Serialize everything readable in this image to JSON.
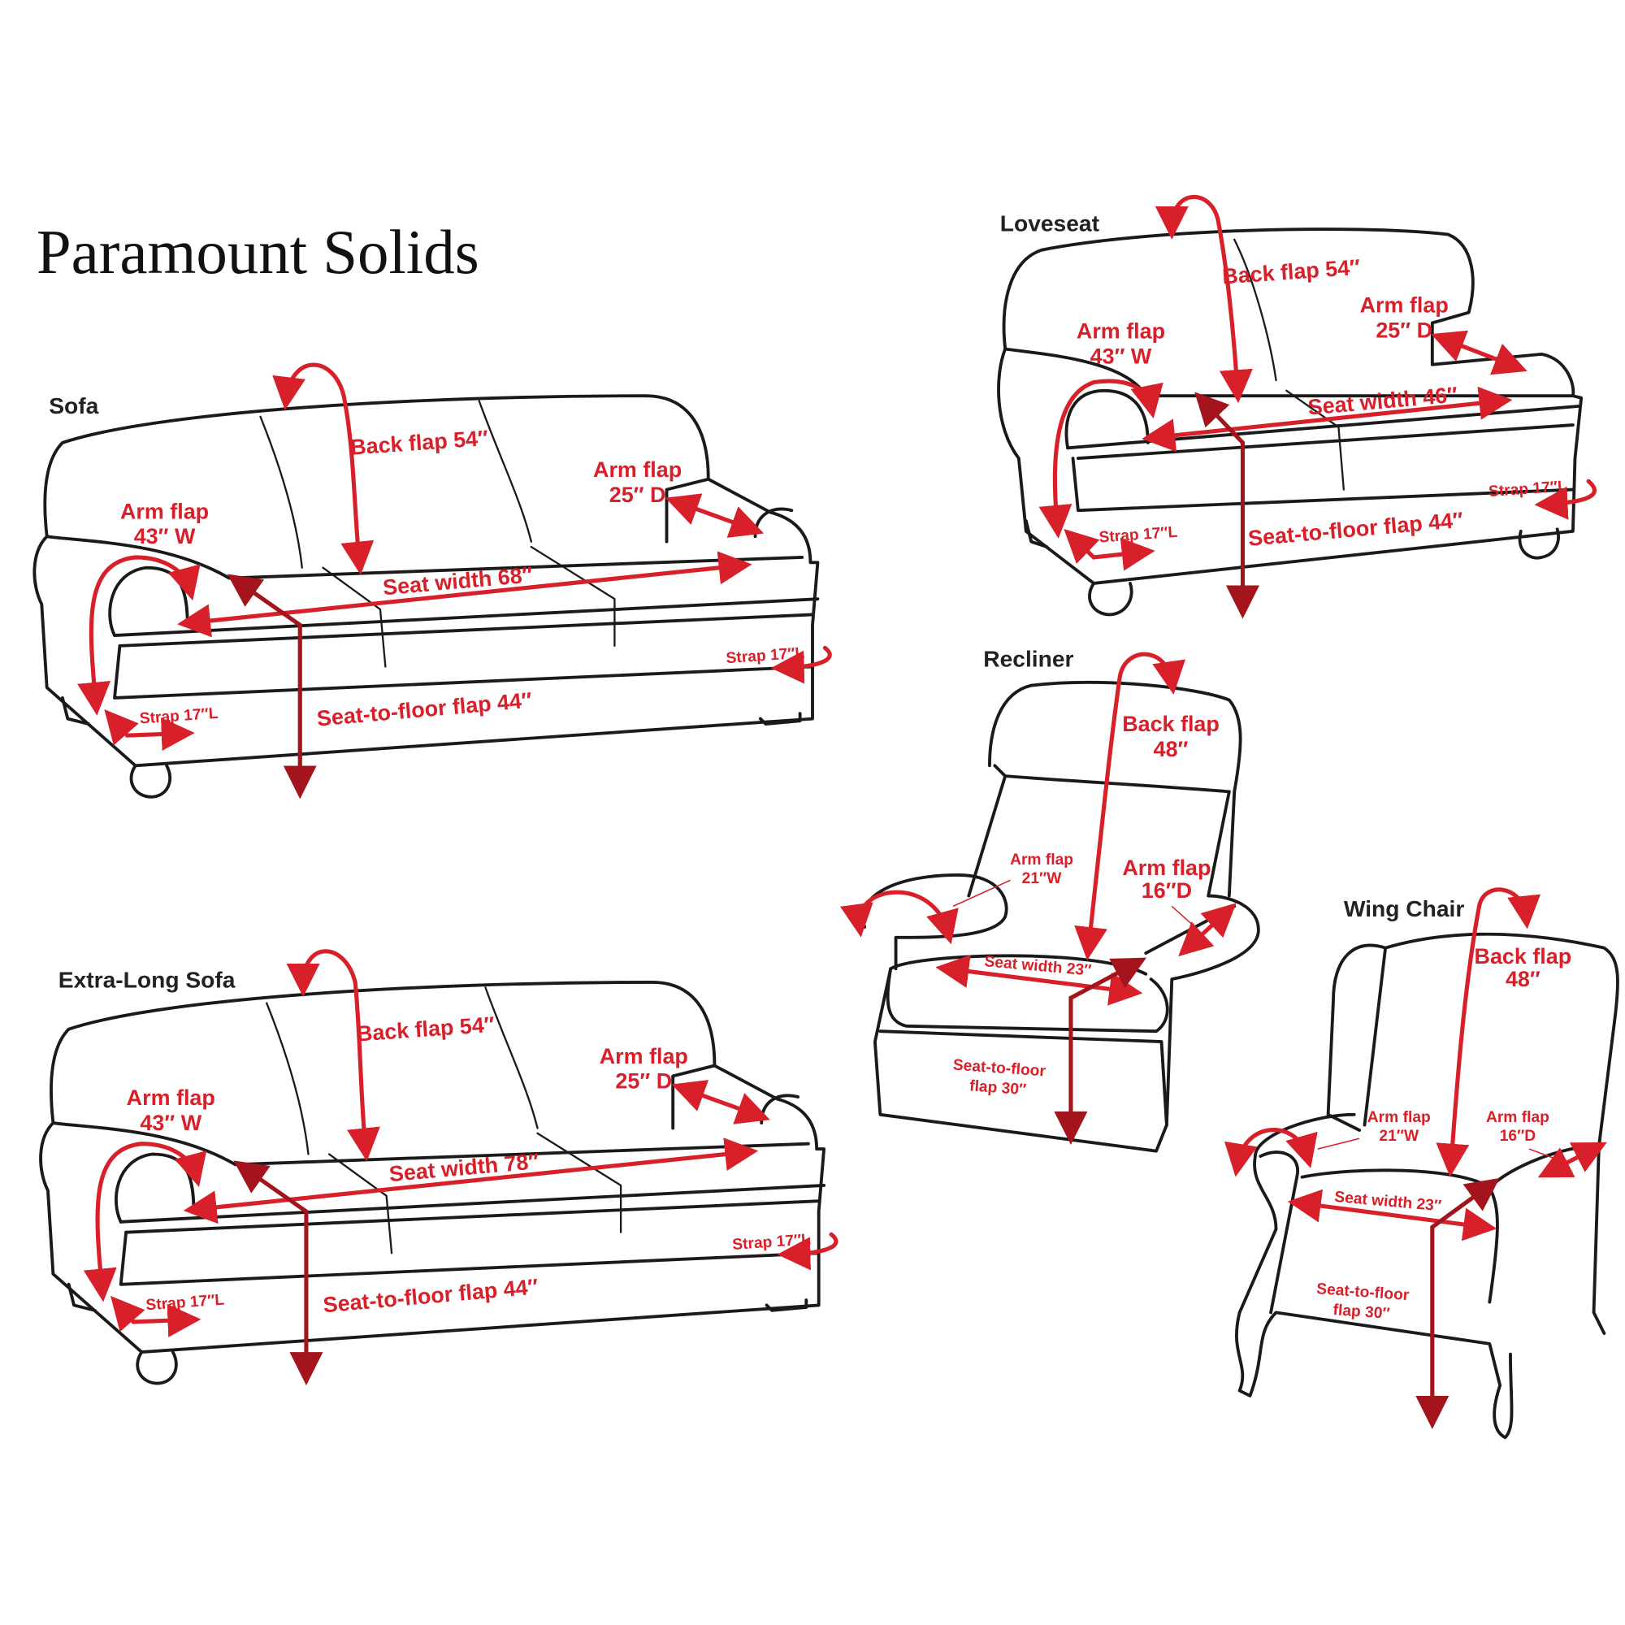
{
  "title": "Paramount Solids",
  "colors": {
    "accent": "#d8202a",
    "dark_accent": "#a3141c",
    "line": "#1a1a1a"
  },
  "sofa": {
    "name": "Sofa",
    "back_flap": "Back flap 54″",
    "arm_flap_w": [
      "Arm flap",
      "43″ W"
    ],
    "arm_flap_d": [
      "Arm flap",
      "25″ D"
    ],
    "seat_width": "Seat width 68″",
    "strap_right": "Strap 17″L",
    "strap_left": "Strap 17″L",
    "seat_to_floor": "Seat-to-floor flap 44″"
  },
  "extra_long_sofa": {
    "name": "Extra-Long Sofa",
    "back_flap": "Back flap 54″",
    "arm_flap_w": [
      "Arm flap",
      "43″ W"
    ],
    "arm_flap_d": [
      "Arm flap",
      "25″ D"
    ],
    "seat_width": "Seat width 78″",
    "strap_right": "Strap 17″L",
    "strap_left": "Strap 17″L",
    "seat_to_floor": "Seat-to-floor flap 44″"
  },
  "loveseat": {
    "name": "Loveseat",
    "back_flap": "Back flap 54″",
    "arm_flap_w": [
      "Arm flap",
      "43″ W"
    ],
    "arm_flap_d": [
      "Arm flap",
      "25″ D"
    ],
    "seat_width": "Seat width 46″",
    "strap_right": "Strap 17″L",
    "strap_left": "Strap 17″L",
    "seat_to_floor": "Seat-to-floor flap 44″"
  },
  "recliner": {
    "name": "Recliner",
    "back_flap": [
      "Back flap",
      "48″"
    ],
    "arm_flap_w": [
      "Arm flap",
      "21″W"
    ],
    "arm_flap_d": [
      "Arm flap",
      "16″D"
    ],
    "seat_width": "Seat width 23″",
    "seat_to_floor": [
      "Seat-to-floor",
      "flap 30″"
    ]
  },
  "wing_chair": {
    "name": "Wing Chair",
    "back_flap": [
      "Back flap",
      "48″"
    ],
    "arm_flap_w": [
      "Arm flap",
      "21″W"
    ],
    "arm_flap_d": [
      "Arm flap",
      "16″D"
    ],
    "seat_width": "Seat width 23″",
    "seat_to_floor": [
      "Seat-to-floor",
      "flap 30″"
    ]
  }
}
